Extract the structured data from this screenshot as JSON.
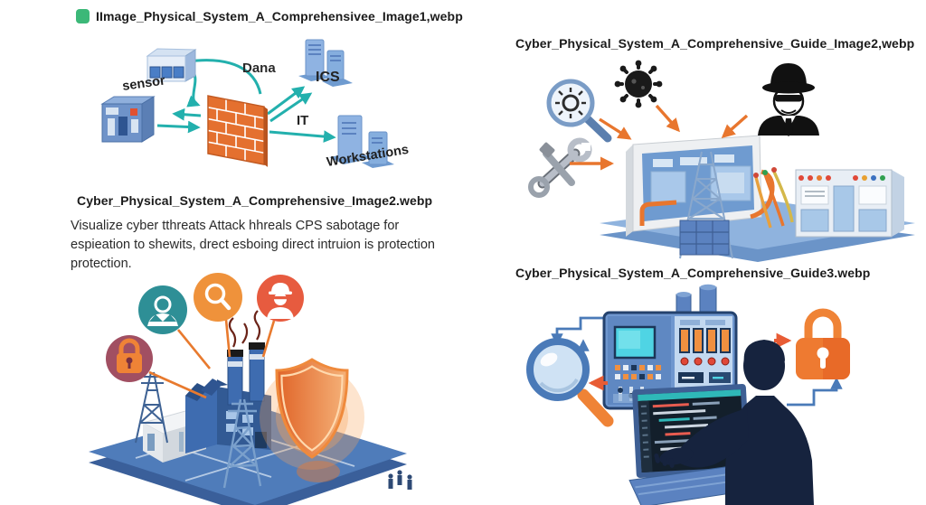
{
  "quadrants": {
    "q1": {
      "title": "IImage_Physical_System_A_Comprehensivee_Image1,webp",
      "labels": {
        "sensor": "sensor",
        "dana": "Dana",
        "ics": "ICS",
        "it": "IT",
        "workstations": "Workstations"
      }
    },
    "q2": {
      "title": "Cyber_Physical_System_A_Comprehensive_Guide_Image2,webp"
    },
    "q3": {
      "title": "Cyber_Physical_System_A_Comprehensive_Image2.webp",
      "caption_lines": [
        "Visualize cyber tthreats Attack hhreals CPS sabotage for",
        "espieation to shewits, drect esboing direct intruion is protection",
        "protection."
      ]
    },
    "q4": {
      "title": "Cyber_Physical_System_A_Comprehensive_Guide3.webp"
    }
  },
  "icons": {
    "q1_file_icon": "green-rounded-square",
    "q2": [
      "virus-magnifier-icon",
      "virus-icon",
      "hacker-icon",
      "tools-icon"
    ],
    "q3": [
      "padlock-icon",
      "person-icon",
      "magnifier-icon",
      "hacker-icon",
      "shield-icon"
    ],
    "q4": [
      "magnifier-icon",
      "control-panel-icon",
      "laptop-icon",
      "analyst-silhouette",
      "padlock-icon"
    ]
  },
  "colors": {
    "background": "#ffffff",
    "teal_arrow": "#23b0ad",
    "orange_accent": "#e8762e",
    "brick_orange": "#e4702f",
    "device_blue": "#7ba6dc",
    "file_icon_green": "#3cb878",
    "circle_maroon": "#a14f62",
    "circle_teal": "#2e8f96",
    "circle_orange": "#ef923b",
    "circle_red": "#e75b3f",
    "silhouette_navy": "#16233e",
    "lock_orange": "#ee7a31"
  }
}
